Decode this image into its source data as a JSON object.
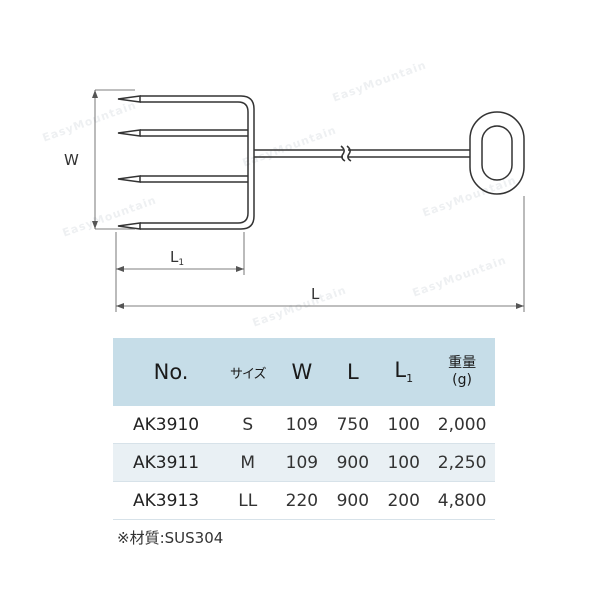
{
  "diagram": {
    "width_label": "W",
    "l1_label": "L",
    "l1_subscript": "1",
    "length_label": "L"
  },
  "table": {
    "headers": {
      "no": "No.",
      "size": "サイズ",
      "w": "W",
      "l": "L",
      "l1": "L",
      "l1_subscript": "1",
      "weight_line1": "重量",
      "weight_line2": "(g)"
    },
    "rows": [
      {
        "model": "AK3910",
        "size": "S",
        "w": "109",
        "l": "750",
        "l1": "100",
        "weight": "2,000"
      },
      {
        "model": "AK3911",
        "size": "M",
        "w": "109",
        "l": "900",
        "l1": "100",
        "weight": "2,250"
      },
      {
        "model": "AK3913",
        "size": "LL",
        "w": "220",
        "l": "900",
        "l1": "200",
        "weight": "4,800"
      }
    ]
  },
  "note": "※材質:SUS304",
  "watermark_text": "EasyMountain",
  "colors": {
    "header_bg": "#c6dde8",
    "row_shade": "#e9f0f4",
    "line": "#333333"
  }
}
